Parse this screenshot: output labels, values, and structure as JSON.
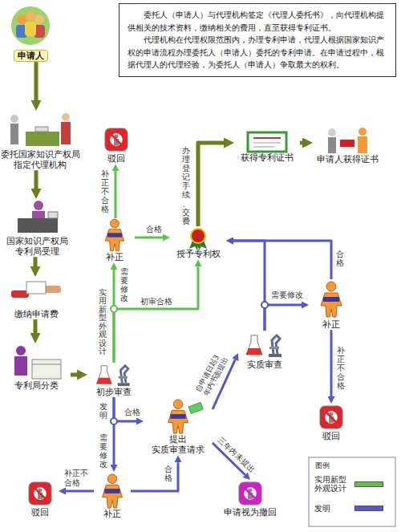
{
  "diagram": {
    "nodes": [
      {
        "text": [
          "委托人（申请人）与代理机构签定《代理人委托书》，向代理机构提供相关的技术资料，缴纳相关的费用，直至获得专利证书。",
          "代理机构在代理权限范围内，办理专利申请，代理人根据国家知识产权的申请流程办理委托人（申请人）委托的专利申请。在申请过程中，根据代理人的代理经验，为委托人（申请人）争取最大的权利。"
        ]
      },
      {
        "text": [
          "申请人"
        ]
      },
      {
        "text": [
          "委托国家知识产权局 指定代理机构"
        ]
      },
      {
        "text": [
          "国家知识产权局 专利局受理"
        ]
      },
      {
        "text": [
          "缴纳申请费"
        ]
      },
      {
        "text": [
          "专利局分类"
        ]
      },
      {
        "text": [
          "初步审查"
        ]
      },
      {
        "text": [
          "补正"
        ]
      },
      {
        "text": [
          "驳回"
        ]
      },
      {
        "text": [
          "授予专利权"
        ]
      },
      {
        "text": [
          "获得专利证书"
        ]
      },
      {
        "text": [
          "申请人获得证书"
        ]
      },
      {
        "text": [
          "提出 实质审查请求"
        ]
      },
      {
        "text": [
          "实质审查"
        ]
      },
      {
        "text": [
          "补正"
        ]
      },
      {
        "text": [
          "驳回"
        ]
      },
      {
        "text": [
          "补正"
        ]
      },
      {
        "text": [
          "驳回"
        ]
      },
      {
        "text": [
          "申请视为撤回"
        ]
      }
    ],
    "edges": [
      {
        "from": 1,
        "to": 2,
        "arrow": "to"
      },
      {
        "from": 2,
        "to": 3,
        "arrow": "to"
      },
      {
        "from": 3,
        "to": 4,
        "arrow": "to"
      },
      {
        "from": 4,
        "to": 5,
        "arrow": "to"
      },
      {
        "from": 5,
        "to": 6,
        "arrow": "to"
      },
      {
        "from": 6,
        "to": 7,
        "label": "需要修改",
        "arrow": "to"
      },
      {
        "from": 6,
        "to": 9,
        "label": "初审合格",
        "arrow": "to"
      },
      {
        "from": 7,
        "to": 8,
        "label": "补正不合格",
        "arrow": "to"
      },
      {
        "from": 7,
        "to": 9,
        "label": "合格",
        "arrow": "to"
      },
      {
        "from": 9,
        "to": 10,
        "label": "办理登记手续、交费",
        "arrow": "to"
      },
      {
        "from": 10,
        "to": 11,
        "arrow": "to"
      },
      {
        "from": 6,
        "to": 12,
        "label": "合格",
        "arrow": "to"
      },
      {
        "from": 6,
        "to": 16,
        "label": "需要修改",
        "arrow": "to"
      },
      {
        "from": 16,
        "to": 17,
        "label": "补正不合格",
        "arrow": "to"
      },
      {
        "from": 16,
        "to": 12,
        "label": "合格",
        "arrow": "to"
      },
      {
        "from": 12,
        "to": 13,
        "label": "自申请日起3年内书面提出",
        "arrow": "to"
      },
      {
        "from": 12,
        "to": 18,
        "label": "三年内未提出",
        "arrow": "to"
      },
      {
        "from": 13,
        "to": 9,
        "arrow": "to"
      },
      {
        "from": 13,
        "to": 14,
        "label": "需要修改",
        "arrow": "to"
      },
      {
        "from": 14,
        "to": 9,
        "label": "合格",
        "arrow": "to"
      },
      {
        "from": 14,
        "to": 15,
        "label": "补正不合格",
        "arrow": "to"
      }
    ],
    "labels": [
      "实用新型 外观设计",
      "发明",
      "图例"
    ],
    "legend": [
      {
        "text": "实用新型 外观设计",
        "color": "#5cc24a"
      },
      {
        "text": "发明",
        "color": "#5555cc"
      }
    ]
  }
}
